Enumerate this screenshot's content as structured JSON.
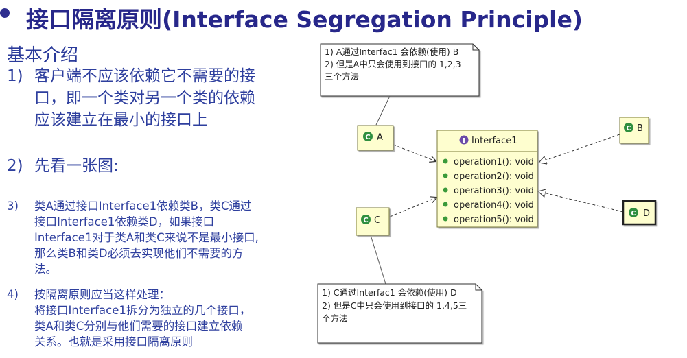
{
  "title": "接口隔离原则(Interface Segregation Principle)",
  "section_heading": "基本介绍",
  "points": [
    {
      "num": "1)",
      "lines": [
        "客户端不应该依赖它不需要的接",
        "口，即一个类对另一个类的依赖",
        "应该建立在最小的接口上"
      ]
    },
    {
      "num": "2)",
      "lines": [
        "先看一张图:"
      ]
    },
    {
      "num": "3)",
      "lines": [
        "类A通过接口Interface1依赖类B，类C通过",
        "接口Interface1依赖类D，如果接口",
        "Interface1对于类A和类C来说不是最小接口,",
        "那么类B和类D必须去实现他们不需要的方",
        "法。"
      ]
    },
    {
      "num": "4)",
      "lines": [
        "按隔离原则应当这样处理：",
        "将接口Interface1拆分为独立的几个接口，",
        "类A和类C分别与他们需要的接口建立依赖",
        "关系。也就是采用接口隔离原则"
      ]
    }
  ],
  "diagram": {
    "interface": {
      "name": "Interface1",
      "icon": "interface-icon",
      "methods": [
        "operation1(): void",
        "operation2(): void",
        "operation3(): void",
        "operation4(): void",
        "operation5(): void"
      ]
    },
    "classes": [
      {
        "id": "A",
        "label": "A",
        "icon": "class-icon"
      },
      {
        "id": "B",
        "label": "B",
        "icon": "class-icon"
      },
      {
        "id": "C",
        "label": "C",
        "icon": "class-icon"
      },
      {
        "id": "D",
        "label": "D",
        "icon": "class-icon"
      }
    ],
    "notes": [
      {
        "id": "note-a",
        "lines": [
          "1) A通过Interfac1 会依赖(使用) B",
          "2) 但是A中只会使用到接口的 1,2,3",
          "三个方法"
        ]
      },
      {
        "id": "note-c",
        "lines": [
          "1) C通过Interfac1 会依赖(使用) D",
          "2) 但是C中只会使用到接口的 1,4,5三",
          "个方法"
        ]
      }
    ]
  },
  "colors": {
    "title": "#27278a",
    "text": "#2e3f9e",
    "class_fill": "#fefecf",
    "class_border": "#7a7a3a",
    "class_icon": "#2f8f3f",
    "interface_icon": "#6a4aa8",
    "method_dot": "#3a9a3a"
  }
}
